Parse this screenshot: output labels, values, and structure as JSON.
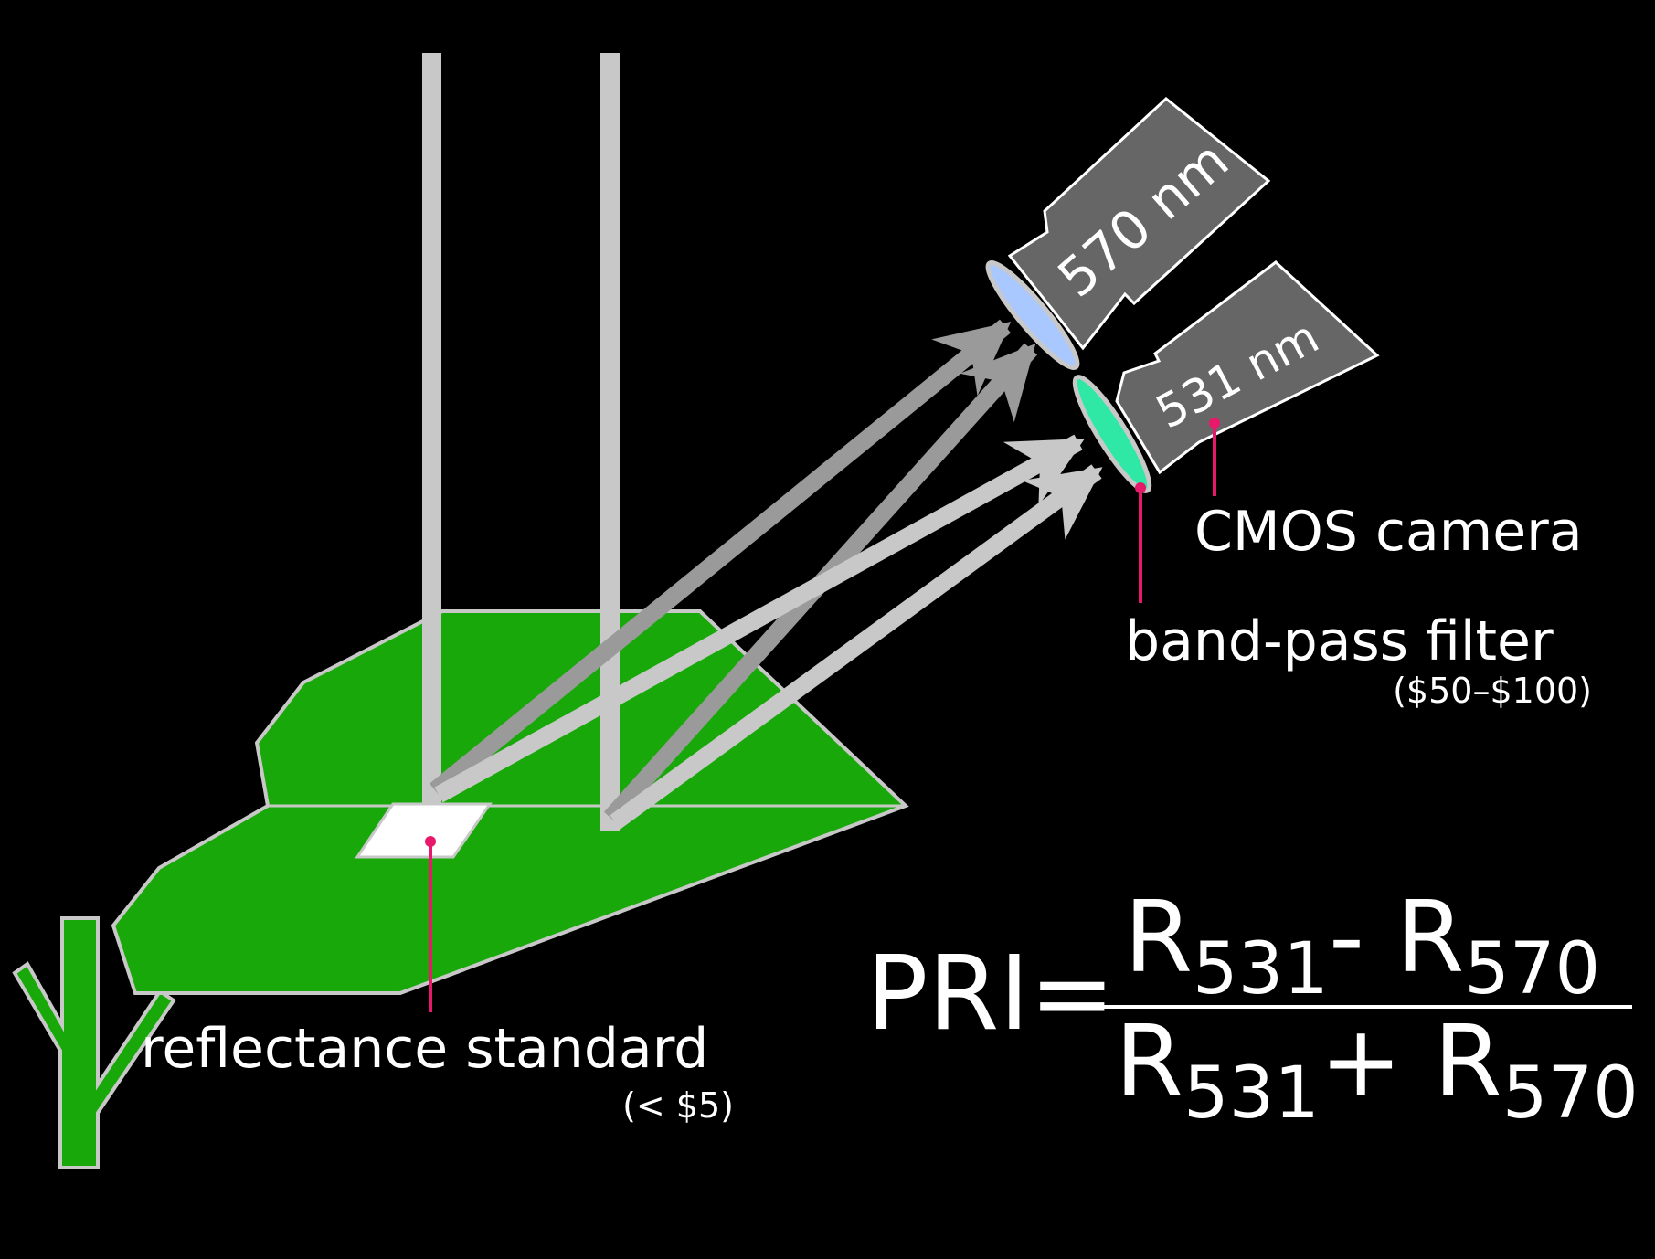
{
  "colors": {
    "background": "#000000",
    "leaf_fill": "#19a80a",
    "leaf_stroke": "#c8c8c8",
    "light_beam": "#c8c8c8",
    "reflected_beam_dark": "#9a9a9a",
    "camera_body": "#666666",
    "filter_570": "#a9c8ff",
    "filter_531": "#2fe8a6",
    "pointer_line": "#e8196b",
    "text": "#ffffff"
  },
  "cameras": [
    {
      "label": "570 nm",
      "filter_color": "#a9c8ff"
    },
    {
      "label": "531 nm",
      "filter_color": "#2fe8a6"
    }
  ],
  "labels": {
    "camera": "CMOS camera",
    "filter": "band-pass filter",
    "filter_price": "($50–$100)",
    "standard": "reflectance standard",
    "standard_price": "(< $5)"
  },
  "equation": {
    "lhs": "PRI=",
    "numerator": {
      "a": "R",
      "a_sub": "531",
      "op": "- ",
      "b": "R",
      "b_sub": "570"
    },
    "denominator": {
      "a": "R",
      "a_sub": "531",
      "op": "+ ",
      "b": "R",
      "b_sub": "570"
    }
  }
}
